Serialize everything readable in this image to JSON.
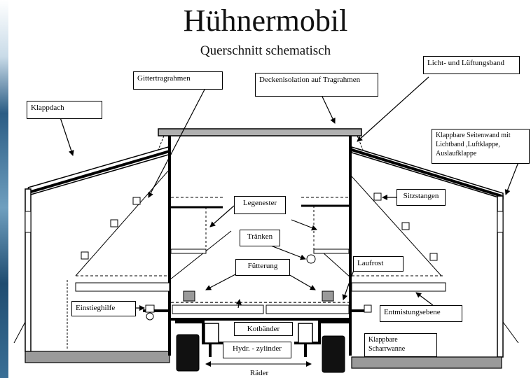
{
  "title": "Hühnermobil",
  "subtitle": "Querschnitt schematisch",
  "colors": {
    "line": "#000000",
    "wheel": "#111111",
    "floor": "#9a9a9a",
    "roof": "#b0b0b0",
    "box_fill": "#9a9a9a",
    "strip": "#2b5f8a"
  },
  "labels": {
    "klappdach": "Klappdach",
    "gittertragrahmen": "Gittertragrahmen",
    "deckenisolation": "Deckenisolation auf Tragrahmen",
    "licht_lueftung": "Licht- und Lüftungsband",
    "klappbare_seitenwand": "Klappbare Seitenwand mit Lichtband ,Luftklappe, Auslaufklappe",
    "legenester": "Legenester",
    "sitzstangen": "Sitzstangen",
    "traenken": "Tränken",
    "fuetterung": "Fütterung",
    "laufrost": "Laufrost",
    "einstieghilfe": "Einstieghilfe",
    "entmistungsebene": "Entmistungsebene",
    "kotbaender": "Kotbänder",
    "hydr_zylinder": "Hydr. - zylinder",
    "raeder": "Räder",
    "klappbare_scharrwanne": "Klappbare Scharrwanne"
  }
}
